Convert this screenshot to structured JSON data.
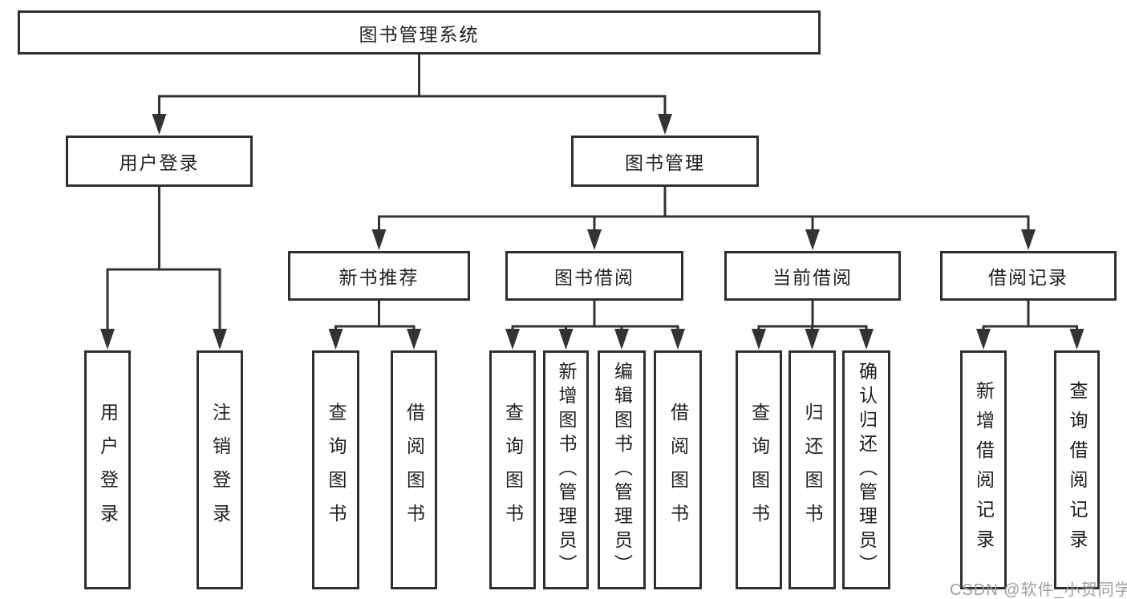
{
  "diagram": {
    "nodes": {
      "system": {
        "label": "图书管理系统"
      },
      "user_login": {
        "label": "用户登录"
      },
      "book_mgmt": {
        "label": "图书管理"
      },
      "new_book_rec": {
        "label": "新书推荐"
      },
      "book_borrow": {
        "label": "图书借阅"
      },
      "current_borrow": {
        "label": "当前借阅"
      },
      "borrow_records": {
        "label": "借阅记录"
      },
      "leaf_user_login": {
        "label": "用户登录"
      },
      "leaf_logout": {
        "label": "注销登录"
      },
      "leaf_query_book_1": {
        "label": "查询图书"
      },
      "leaf_borrow_book_1": {
        "label": "借阅图书"
      },
      "leaf_query_book_2": {
        "label": "查询图书"
      },
      "leaf_add_book": {
        "label": "新增图书（管理员）"
      },
      "leaf_edit_book": {
        "label": "编辑图书（管理员）"
      },
      "leaf_borrow_book_2": {
        "label": "借阅图书"
      },
      "leaf_query_book_3": {
        "label": "查询图书"
      },
      "leaf_return_book": {
        "label": "归还图书"
      },
      "leaf_confirm_return": {
        "label": "确认归还（管理员）"
      },
      "leaf_add_record": {
        "label": "新增借阅记录"
      },
      "leaf_query_record": {
        "label": "查询借阅记录"
      }
    },
    "edges": [
      {
        "parent": "system",
        "children": [
          "user_login",
          "book_mgmt"
        ]
      },
      {
        "parent": "user_login",
        "children": [
          "leaf_user_login",
          "leaf_logout"
        ]
      },
      {
        "parent": "book_mgmt",
        "children": [
          "new_book_rec",
          "book_borrow",
          "current_borrow",
          "borrow_records"
        ]
      },
      {
        "parent": "new_book_rec",
        "children": [
          "leaf_query_book_1",
          "leaf_borrow_book_1"
        ]
      },
      {
        "parent": "book_borrow",
        "children": [
          "leaf_query_book_2",
          "leaf_add_book",
          "leaf_edit_book",
          "leaf_borrow_book_2"
        ]
      },
      {
        "parent": "current_borrow",
        "children": [
          "leaf_query_book_3",
          "leaf_return_book",
          "leaf_confirm_return"
        ]
      },
      {
        "parent": "borrow_records",
        "children": [
          "leaf_add_record",
          "leaf_query_record"
        ]
      }
    ]
  },
  "watermark": {
    "text": "CSDN @软件_小贺同学"
  },
  "colors": {
    "line": "#333333",
    "box_border": "#2f2f2f",
    "text": "#1e1e1e",
    "watermark": "#9e9e9e",
    "background": "#ffffff"
  }
}
